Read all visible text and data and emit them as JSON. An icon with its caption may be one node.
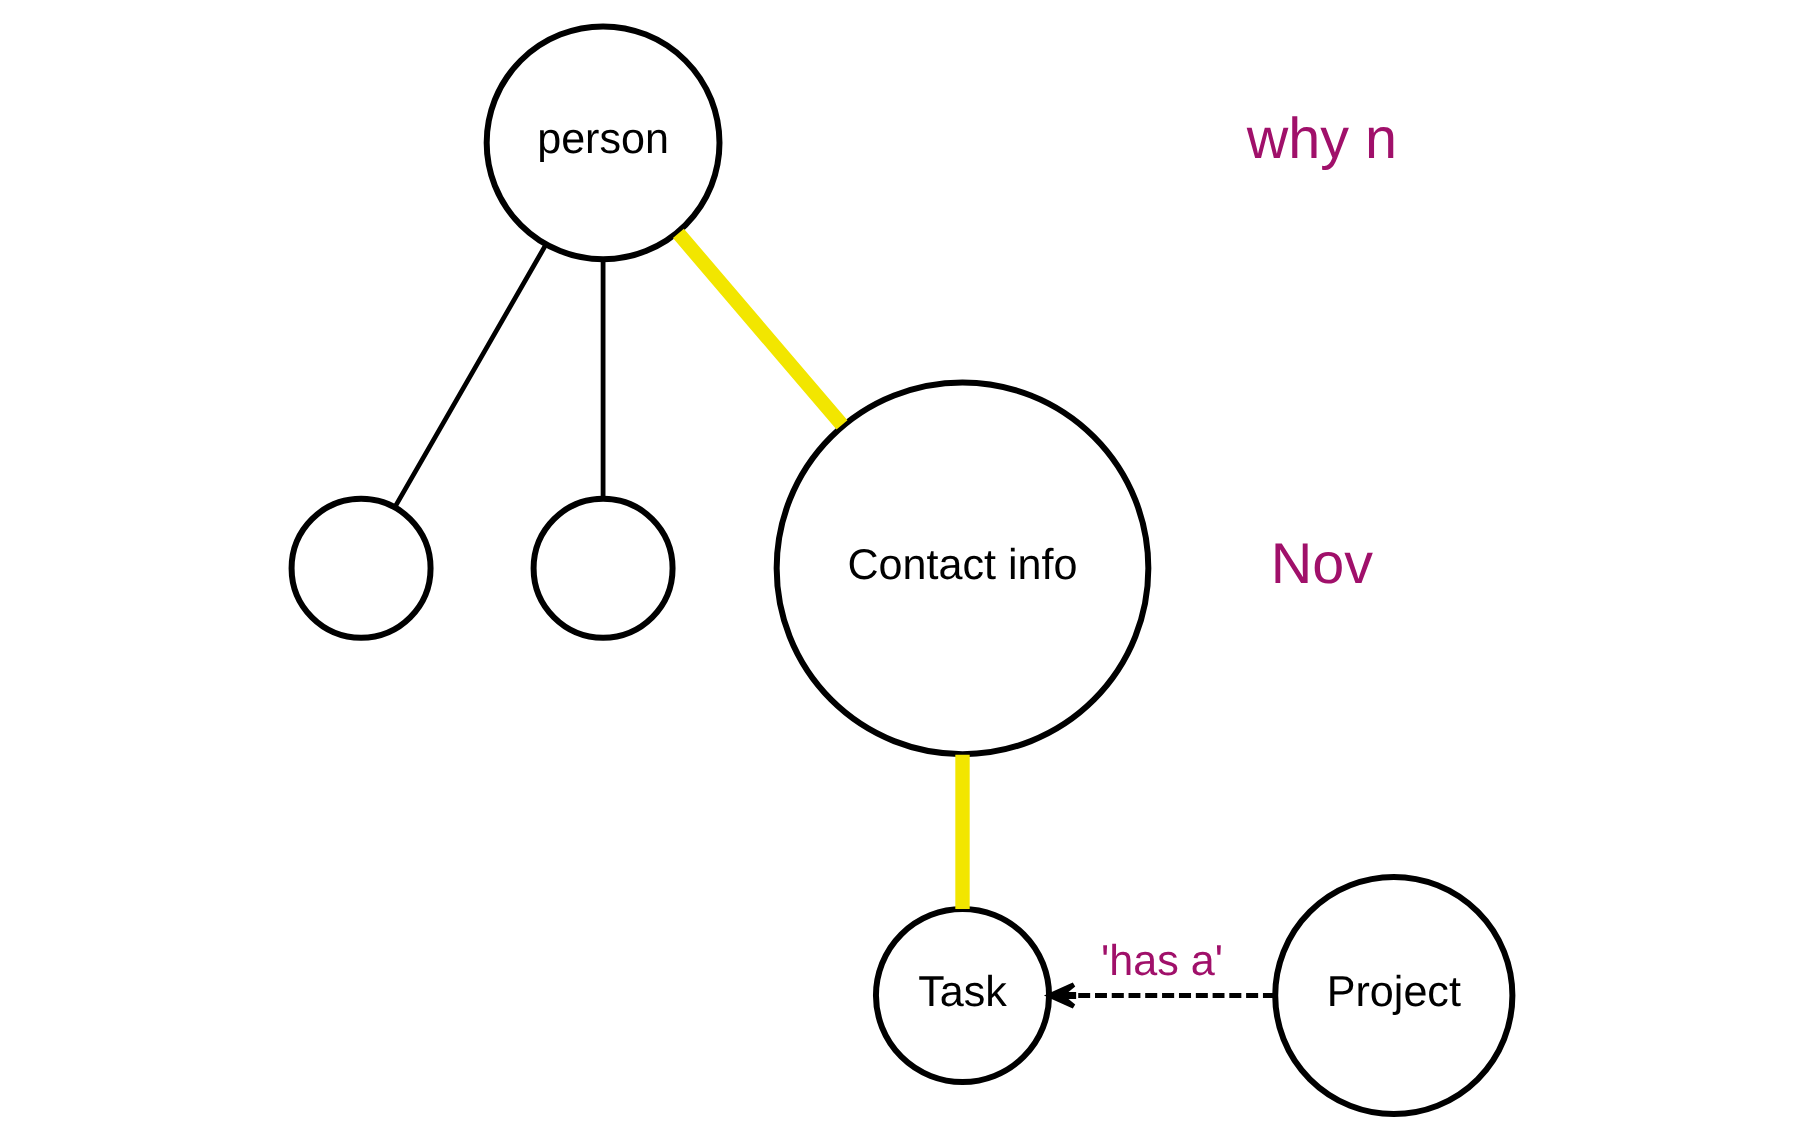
{
  "diagram": {
    "nodes": [
      {
        "text": [
          "person"
        ]
      },
      {
        "text": [],
        "shape": "circle"
      },
      {
        "text": [],
        "shape": "circle"
      },
      {
        "text": [
          "Contact info"
        ]
      },
      {
        "text": [
          "Task"
        ]
      },
      {
        "text": [
          "Project"
        ]
      }
    ],
    "edges": [
      {
        "from": 0,
        "to": 2,
        "arrow": "none"
      },
      {
        "from": 0,
        "to": 3,
        "arrow": "none",
        "style": "thick",
        "color": "#f2e600"
      },
      {
        "from": 0,
        "to": 1,
        "arrow": "none"
      },
      {
        "from": 3,
        "to": 4,
        "arrow": "none",
        "style": "thick",
        "color": "#f2e600"
      },
      {
        "from": 5,
        "to": 4,
        "arrow": "to",
        "style": "dashed",
        "label": "'has a'"
      }
    ],
    "labels": [
      "why n",
      "Nov"
    ]
  }
}
